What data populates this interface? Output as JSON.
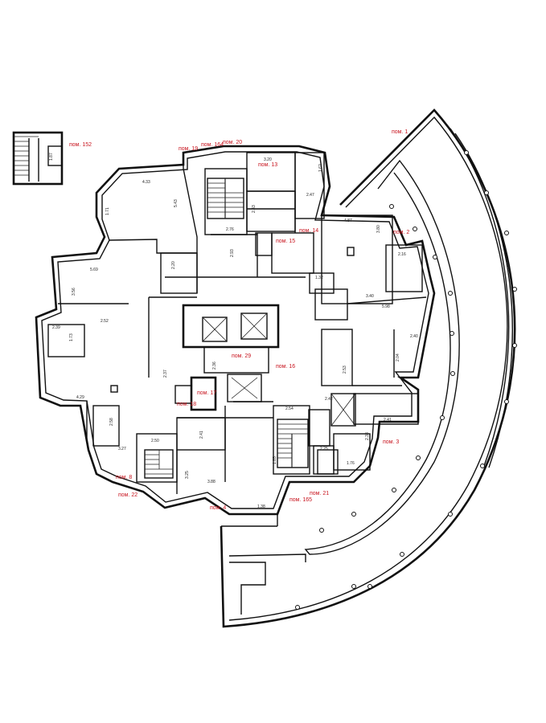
{
  "plan": {
    "room_labels": [
      {
        "id": "r152",
        "text": "пом. 152"
      },
      {
        "id": "r1",
        "text": "пом. 1"
      },
      {
        "id": "r19",
        "text": "пом. 19"
      },
      {
        "id": "r164",
        "text": "пом. 164"
      },
      {
        "id": "r20",
        "text": "пом. 20"
      },
      {
        "id": "r13",
        "text": "пом. 13"
      },
      {
        "id": "r14",
        "text": "пом. 14"
      },
      {
        "id": "r15",
        "text": "пом. 15"
      },
      {
        "id": "r2",
        "text": "пом. 2"
      },
      {
        "id": "r29",
        "text": "пом. 29"
      },
      {
        "id": "r16",
        "text": "пом. 16"
      },
      {
        "id": "r17",
        "text": "пом. 17"
      },
      {
        "id": "r18",
        "text": "пом. 18"
      },
      {
        "id": "r3",
        "text": "пом. 3"
      },
      {
        "id": "r8",
        "text": "пом. 8"
      },
      {
        "id": "r22",
        "text": "пом. 22"
      },
      {
        "id": "r4",
        "text": "пом. 4"
      },
      {
        "id": "r21",
        "text": "пом. 21"
      },
      {
        "id": "r165",
        "text": "пом. 165"
      }
    ],
    "dimensions": [
      "4.33",
      "5.43",
      "1.71",
      "2.20",
      "5.69",
      "3.56",
      "2.52",
      "2.39",
      "1.73",
      "4.29",
      "2.58",
      "3.27",
      "2.37",
      "2.36",
      "2.50",
      "2.41",
      "3.88",
      "3.25",
      "1.38",
      "1.85",
      "2.54",
      "3.20",
      "1.62",
      "2.47",
      "2.43",
      "2.76",
      "2.93",
      "4.87",
      "3.80",
      "2.16",
      "1.32",
      "3.40",
      "5.98",
      "2.40",
      "2.04",
      "2.53",
      "2.41",
      "2.38",
      "1.76",
      "2.42",
      "2.25"
    ]
  }
}
